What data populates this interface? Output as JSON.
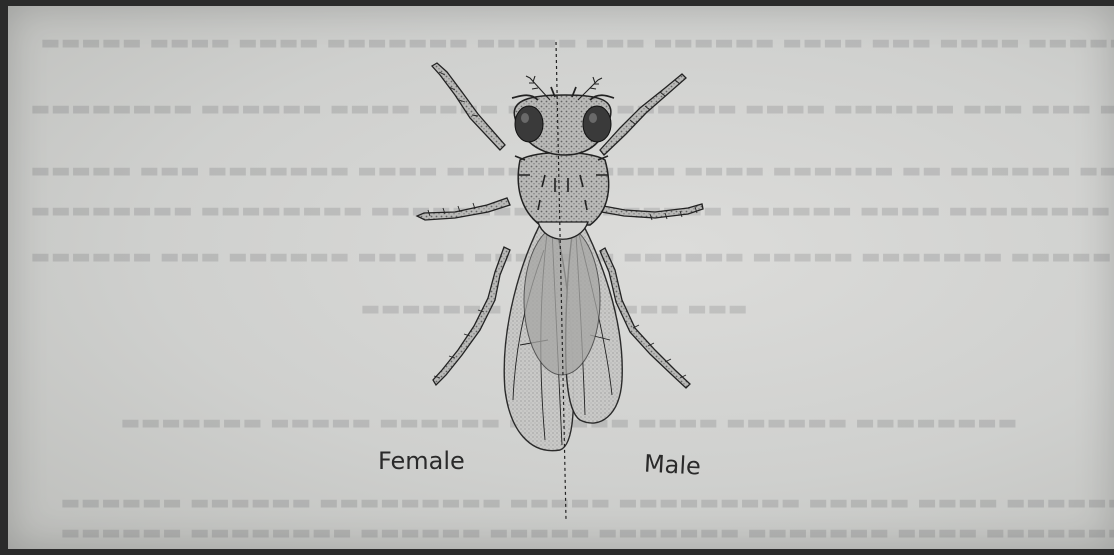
{
  "figure": {
    "labels": {
      "female": "Female",
      "male": "Male"
    },
    "subject": "fruit-fly-illustration"
  },
  "colors": {
    "paper": "#d5d6d3",
    "ink": "#222222",
    "background": "#2b2b2b"
  }
}
